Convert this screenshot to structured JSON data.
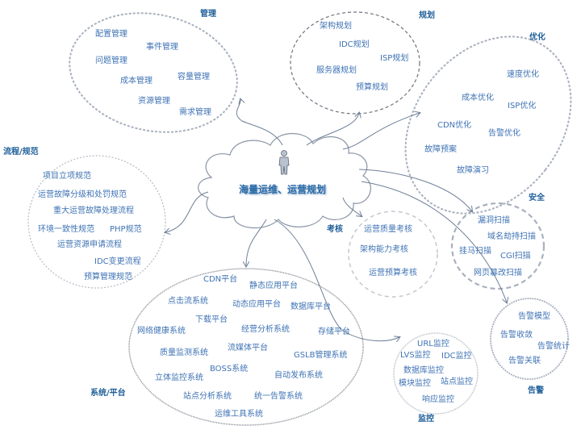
{
  "center": {
    "title": "海量运维、运营规划",
    "icon": "person-icon"
  },
  "colors": {
    "label": "#3f73b4",
    "category": "#1f5f99",
    "outline": "#9aa3b3",
    "connector": "#6e7f96"
  },
  "groups": {
    "guanli": {
      "title": "管理",
      "items": [
        "配置管理",
        "事件管理",
        "问题管理",
        "成本管理",
        "容量管理",
        "资源管理",
        "需求管理"
      ]
    },
    "guihua": {
      "title": "规划",
      "items": [
        "架构规划",
        "IDC规划",
        "ISP规划",
        "服务器规划",
        "预算规划"
      ]
    },
    "youhua": {
      "title": "优化",
      "items": [
        "速度优化",
        "成本优化",
        "ISP优化",
        "CDN优化",
        "告警优化",
        "故障预案",
        "故障演习"
      ]
    },
    "liucheng": {
      "title": "流程/规范",
      "items": [
        "项目立项规范",
        "运营故障分级和处罚规范",
        "重大运营故障处理流程",
        "环境一致性规范",
        "PHP规范",
        "运营资源申请流程",
        "IDC变更流程",
        "预算管理规范"
      ]
    },
    "kaohe": {
      "title": "考核",
      "items": [
        "运营质量考核",
        "架构能力考核",
        "运营预算考核"
      ]
    },
    "anquan": {
      "title": "安全",
      "items": [
        "漏洞扫描",
        "域名劫持扫描",
        "挂马扫描",
        "CGI扫描",
        "网页篡改扫描"
      ]
    },
    "gaojing": {
      "title": "告警",
      "items": [
        "告警模型",
        "告警收敛",
        "告警统计",
        "告警关联"
      ]
    },
    "jiankong": {
      "title": "监控",
      "items": [
        "URL监控",
        "LVS监控",
        "IDC监控",
        "数据库监控",
        "模块监控",
        "站点监控",
        "响应监控"
      ]
    },
    "xitong": {
      "title": "系统/平台",
      "items": [
        "CDN平台",
        "静态应用平台",
        "点击流系统",
        "动态应用平台",
        "数据库平台",
        "下载平台",
        "网络健康系统",
        "经营分析系统",
        "存储平台",
        "质量监测系统",
        "流媒体平台",
        "GSLB管理系统",
        "BOSS系统",
        "立体监控系统",
        "自动发布系统",
        "站点分析系统",
        "统一告警系统",
        "运维工具系统"
      ]
    }
  }
}
